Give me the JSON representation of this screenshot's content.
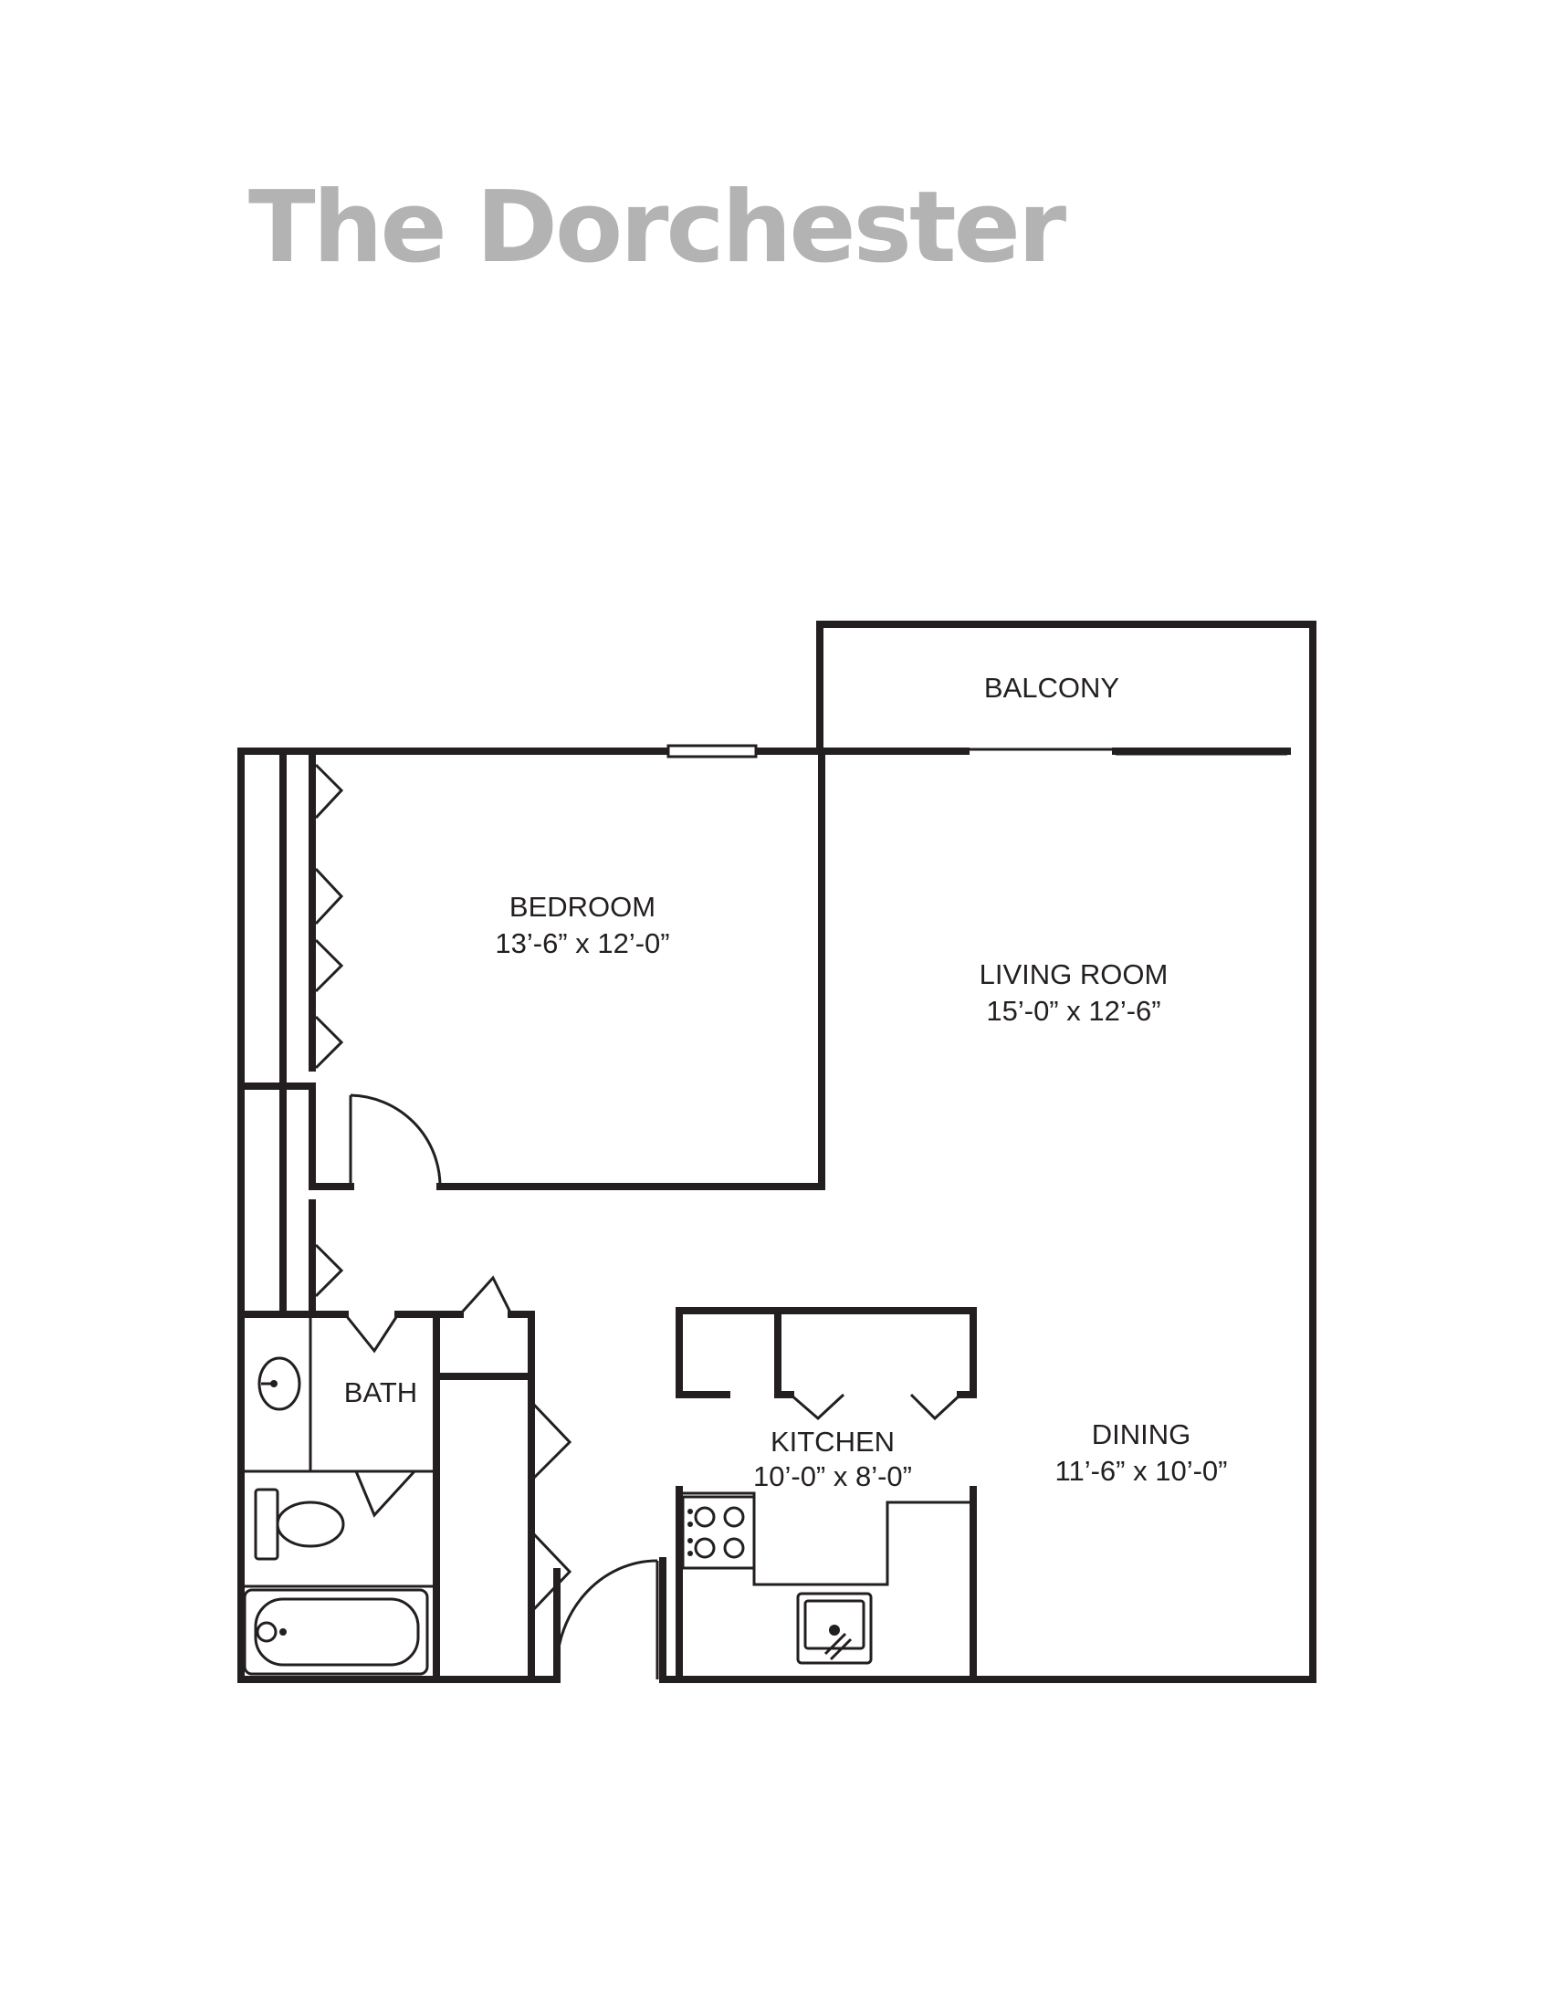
{
  "title": "The Dorchester",
  "title_color": "#b3b3b3",
  "wall_color": "#231f20",
  "rooms": {
    "balcony": {
      "name": "BALCONY"
    },
    "bedroom": {
      "name": "BEDROOM",
      "size": "13’-6” x 12’-0”"
    },
    "living_room": {
      "name": "LIVING ROOM",
      "size": "15’-0” x 12’-6”"
    },
    "bath": {
      "name": "BATH"
    },
    "kitchen": {
      "name": "KITCHEN",
      "size": "10’-0” x 8’-0”"
    },
    "dining": {
      "name": "DINING",
      "size": "11’-6” x 10’-0”"
    }
  }
}
